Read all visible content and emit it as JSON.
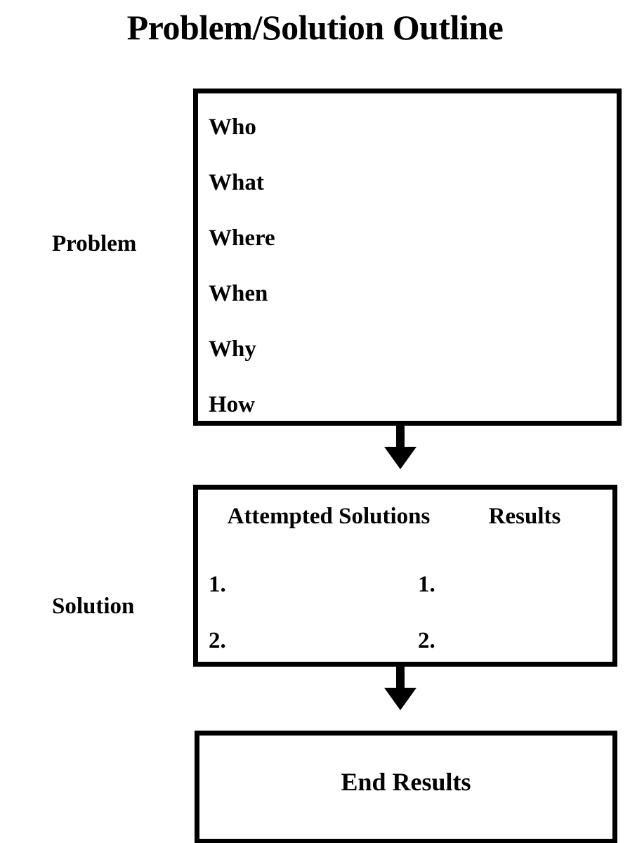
{
  "page": {
    "title": "Problem/Solution Outline",
    "background_color": "#ffffff",
    "ink_color": "#000000"
  },
  "sections": {
    "problem": {
      "label": "Problem",
      "items": [
        {
          "text": "Who"
        },
        {
          "text": "What"
        },
        {
          "text": "Where"
        },
        {
          "text": "When"
        },
        {
          "text": "Why"
        },
        {
          "text": "How"
        }
      ]
    },
    "solution": {
      "label": "Solution",
      "columns": [
        {
          "heading": "Attempted Solutions",
          "entries": [
            {
              "marker": "1."
            },
            {
              "marker": "2."
            }
          ]
        },
        {
          "heading": "Results",
          "entries": [
            {
              "marker": "1."
            },
            {
              "marker": "2."
            }
          ]
        }
      ]
    },
    "end_results": {
      "label": "End Results"
    }
  },
  "connectors": [
    {
      "name": "problem-to-solution",
      "icon": "down-arrow-icon"
    },
    {
      "name": "solution-to-end-results",
      "icon": "down-arrow-icon"
    }
  ]
}
